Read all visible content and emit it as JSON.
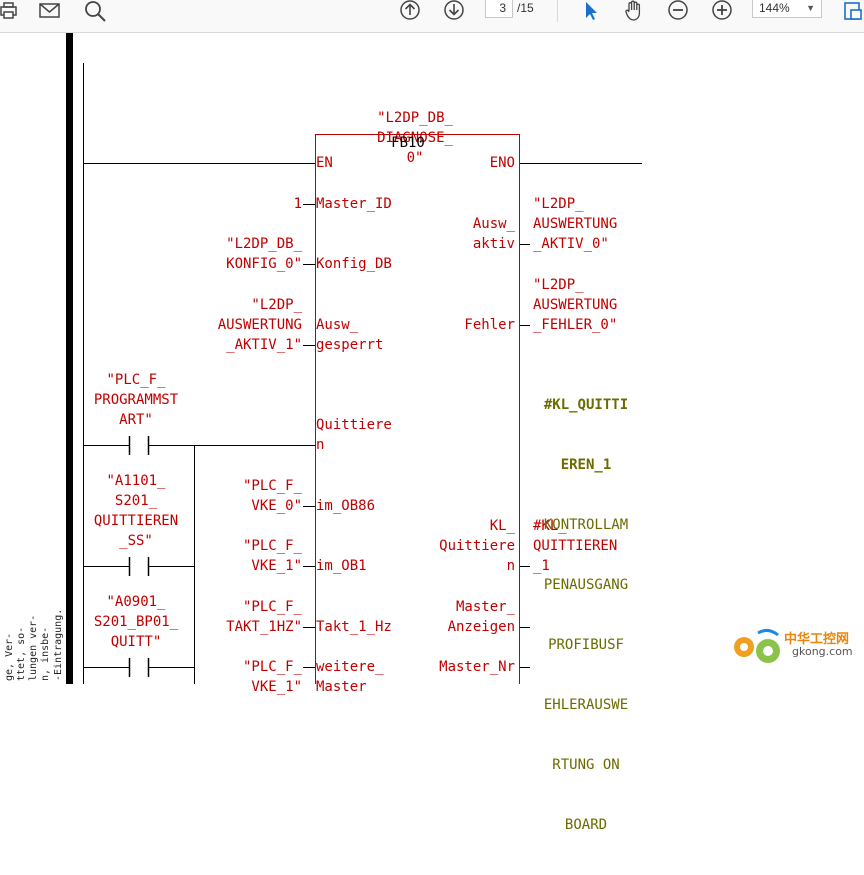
{
  "toolbar": {
    "page_current": "3",
    "page_total": "/15",
    "zoom": "144%",
    "icons": [
      "print-icon",
      "email-icon",
      "search-icon",
      "page-up-icon",
      "page-down-icon",
      "select-cursor-icon",
      "hand-tool-icon",
      "zoom-out-icon",
      "zoom-in-icon",
      "zoom-dropdown-icon",
      "export-icon"
    ]
  },
  "side_text": {
    "col1": "ge, Ver-",
    "col2": "ttet, so-",
    "col3": "lungen ver-",
    "col4": "n, insbe-",
    "col5": "-Eintragung."
  },
  "fb": {
    "instance": [
      "\"L2DP_DB_",
      "DIAGNOSE_",
      "0\""
    ],
    "name": "FB10",
    "in_en": "EN",
    "out_eno": "ENO",
    "pins_in": [
      {
        "label": [
          "Master_ID"
        ],
        "arg": [
          "1"
        ]
      },
      {
        "label": [
          "Konfig_DB"
        ],
        "arg": [
          "\"L2DP_DB_",
          "KONFIG_0\""
        ]
      },
      {
        "label": [
          "Ausw_",
          "gesperrt"
        ],
        "arg": [
          "\"L2DP_",
          "AUSWERTUNG",
          "_AKTIV_1\""
        ]
      },
      {
        "label": [
          "Quittiere",
          "n"
        ],
        "arg": []
      },
      {
        "label": [
          "im_OB86"
        ],
        "arg": [
          "\"PLC_F_",
          "VKE_0\""
        ]
      },
      {
        "label": [
          "im_OB1"
        ],
        "arg": [
          "\"PLC_F_",
          "VKE_1\""
        ]
      },
      {
        "label": [
          "Takt_1_Hz"
        ],
        "arg": [
          "\"PLC_F_",
          "TAKT_1HZ\""
        ]
      },
      {
        "label": [
          "weitere_",
          "Master"
        ],
        "arg": [
          "\"PLC_F_",
          "VKE_1\""
        ]
      }
    ],
    "pins_out": [
      {
        "label": [
          "Ausw_",
          "aktiv"
        ],
        "arg": [
          "\"L2DP_",
          "AUSWERTUNG",
          "_AKTIV_0\""
        ]
      },
      {
        "label": [
          "Fehler"
        ],
        "arg": [
          "\"L2DP_",
          "AUSWERTUNG",
          "_FEHLER_0\""
        ]
      },
      {
        "label": [
          "KL_",
          "Quittiere",
          "n"
        ],
        "arg": [
          "#KL_",
          "QUITTIEREN",
          "_1"
        ]
      },
      {
        "label": [
          "Master_",
          "Anzeigen"
        ],
        "arg": []
      },
      {
        "label": [
          "Master_Nr"
        ],
        "arg": []
      }
    ],
    "comment": [
      "#KL_QUITTI",
      "EREN_1",
      "KONTROLLAM",
      "PENAUSGANG",
      "PROFIBUSF",
      "EHLERAUSWE",
      "RTUNG ON",
      "BOARD"
    ]
  },
  "contacts": [
    {
      "tag": [
        "\"PLC_F_",
        "PROGRAMMST",
        "ART\""
      ]
    },
    {
      "tag": [
        "\"A1101_",
        "S201_",
        "QUITTIEREN",
        "_SS\""
      ]
    },
    {
      "tag": [
        "\"A0901_",
        "S201_BP01_",
        "QUITT\""
      ]
    }
  ],
  "watermark": {
    "text": "中华工控网",
    "sub": "gkong.com"
  }
}
